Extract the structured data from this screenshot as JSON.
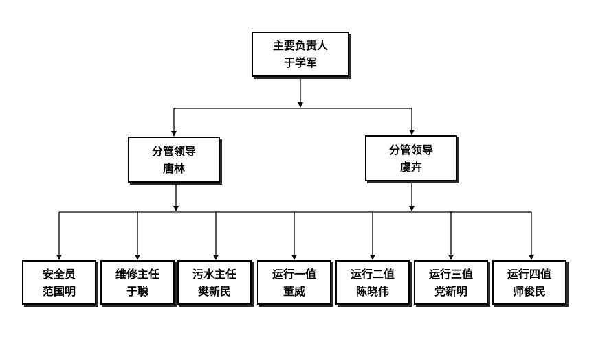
{
  "org_chart": {
    "top": {
      "role": "主要负责人",
      "name": "于学军"
    },
    "managers": [
      {
        "role": "分管领导",
        "name": "唐林"
      },
      {
        "role": "分管领导",
        "name": "虞卉"
      }
    ],
    "staff": [
      {
        "role": "安全员",
        "name": "范国明"
      },
      {
        "role": "维修主任",
        "name": "于聪"
      },
      {
        "role": "污水主任",
        "name": "樊新民"
      },
      {
        "role": "运行一值",
        "name": "董威"
      },
      {
        "role": "运行二值",
        "name": "陈晓伟"
      },
      {
        "role": "运行三值",
        "name": "党新明"
      },
      {
        "role": "运行四值",
        "name": "师俊民"
      }
    ]
  },
  "colors": {
    "line": "#000000",
    "box_border": "#000000",
    "box_shadow": "#2a2a2a",
    "background": "#ffffff"
  }
}
